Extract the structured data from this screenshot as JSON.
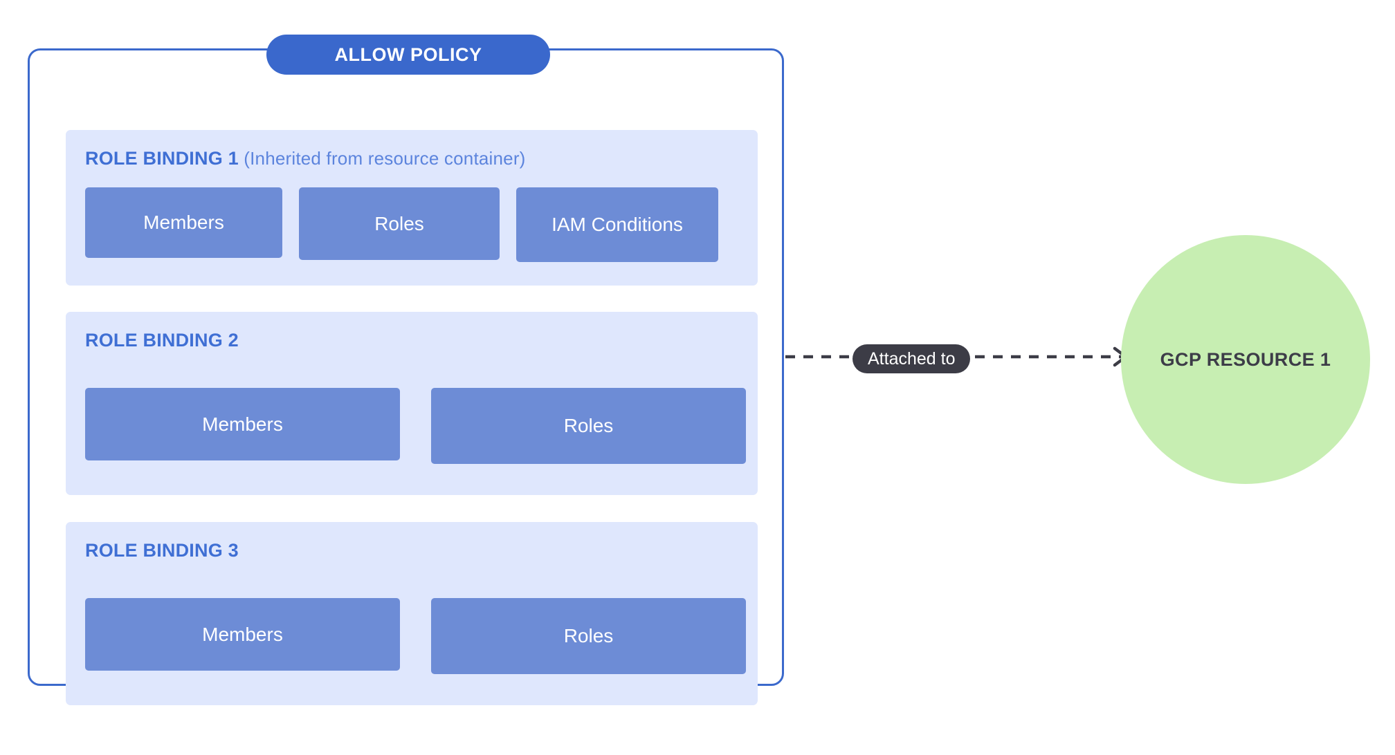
{
  "diagram": {
    "title": "ALLOW POLICY",
    "colors": {
      "policy_border": "#3b69cc",
      "badge_bg": "#3a68cc",
      "band_bg": "#dfe7fd",
      "chip_bg": "#6d8cd6",
      "heading_blue": "#3f6fd4",
      "pill_bg": "#3c3c46",
      "resource_green": "#c7eeb2",
      "resource_text": "#3d3d48",
      "page_bg": "#ffffff"
    },
    "policy": {
      "badge_label": "ALLOW POLICY",
      "bindings": [
        {
          "title": "ROLE BINDING 1",
          "suffix": " (Inherited from resource container)",
          "chips": [
            "Members",
            "Roles",
            "IAM Conditions"
          ]
        },
        {
          "title": "ROLE BINDING 2",
          "suffix": "",
          "chips": [
            "Members",
            "Roles"
          ]
        },
        {
          "title": "ROLE BINDING 3",
          "suffix": "",
          "chips": [
            "Members",
            "Roles"
          ]
        }
      ]
    },
    "connector": {
      "label": "Attached to",
      "style": "dashed-arrow",
      "direction": "left-to-right"
    },
    "resource": {
      "label": "GCP RESOURCE 1",
      "shape": "circle"
    }
  }
}
